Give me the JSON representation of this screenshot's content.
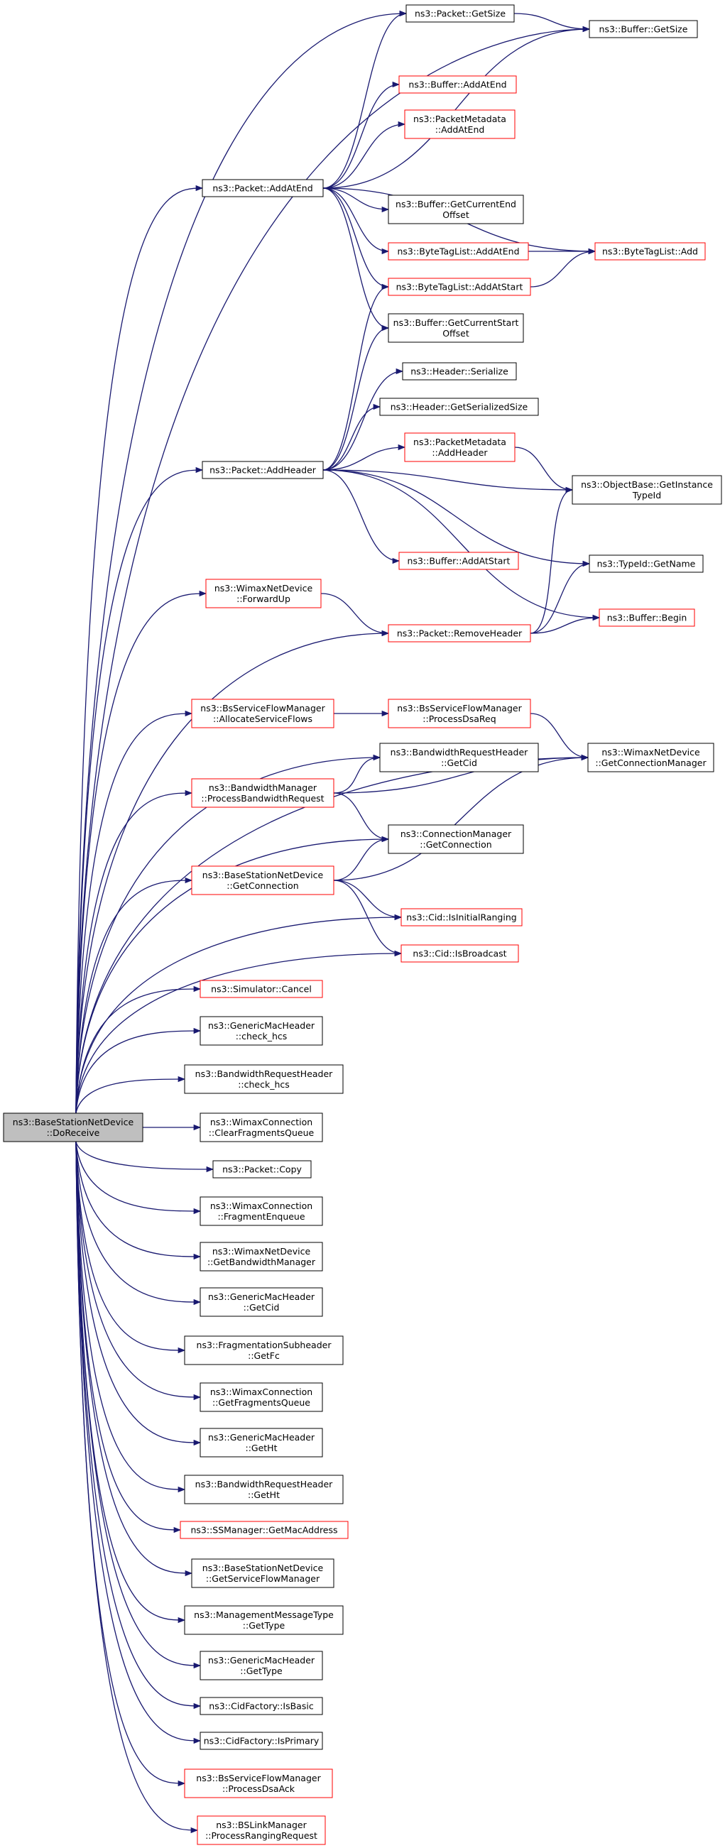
{
  "colors": {
    "edge": "#191970",
    "border_normal": "#000000",
    "border_truncated": "#ff0000",
    "root_fill": "#bfbfbf",
    "node_fill": "#ffffff"
  },
  "nodes": [
    {
      "id": "root",
      "lines": [
        "ns3::BaseStationNetDevice",
        "::DoReceive"
      ],
      "style": "root"
    },
    {
      "id": "pkt_getsize",
      "lines": [
        "ns3::Packet::GetSize"
      ],
      "style": "normal"
    },
    {
      "id": "buf_getsize",
      "lines": [
        "ns3::Buffer::GetSize"
      ],
      "style": "normal"
    },
    {
      "id": "buf_addatend",
      "lines": [
        "ns3::Buffer::AddAtEnd"
      ],
      "style": "truncated"
    },
    {
      "id": "pm_addatend",
      "lines": [
        "ns3::PacketMetadata",
        "::AddAtEnd"
      ],
      "style": "truncated"
    },
    {
      "id": "pkt_addatend",
      "lines": [
        "ns3::Packet::AddAtEnd"
      ],
      "style": "normal"
    },
    {
      "id": "buf_curend",
      "lines": [
        "ns3::Buffer::GetCurrentEnd",
        "Offset"
      ],
      "style": "normal"
    },
    {
      "id": "btl_addatend",
      "lines": [
        "ns3::ByteTagList::AddAtEnd"
      ],
      "style": "truncated"
    },
    {
      "id": "btl_add",
      "lines": [
        "ns3::ByteTagList::Add"
      ],
      "style": "truncated"
    },
    {
      "id": "btl_addatstart",
      "lines": [
        "ns3::ByteTagList::AddAtStart"
      ],
      "style": "truncated"
    },
    {
      "id": "buf_curstart",
      "lines": [
        "ns3::Buffer::GetCurrentStart",
        "Offset"
      ],
      "style": "normal"
    },
    {
      "id": "hdr_serialize",
      "lines": [
        "ns3::Header::Serialize"
      ],
      "style": "normal"
    },
    {
      "id": "hdr_sersize",
      "lines": [
        "ns3::Header::GetSerializedSize"
      ],
      "style": "normal"
    },
    {
      "id": "pm_addheader",
      "lines": [
        "ns3::PacketMetadata",
        "::AddHeader"
      ],
      "style": "truncated"
    },
    {
      "id": "pkt_addheader",
      "lines": [
        "ns3::Packet::AddHeader"
      ],
      "style": "normal"
    },
    {
      "id": "ob_getinst",
      "lines": [
        "ns3::ObjectBase::GetInstance",
        "TypeId"
      ],
      "style": "normal"
    },
    {
      "id": "buf_addatstart",
      "lines": [
        "ns3::Buffer::AddAtStart"
      ],
      "style": "truncated"
    },
    {
      "id": "typeid_getname",
      "lines": [
        "ns3::TypeId::GetName"
      ],
      "style": "normal"
    },
    {
      "id": "wnd_forwardup",
      "lines": [
        "ns3::WimaxNetDevice",
        "::ForwardUp"
      ],
      "style": "truncated"
    },
    {
      "id": "buf_begin",
      "lines": [
        "ns3::Buffer::Begin"
      ],
      "style": "truncated"
    },
    {
      "id": "pkt_removeheader",
      "lines": [
        "ns3::Packet::RemoveHeader"
      ],
      "style": "truncated"
    },
    {
      "id": "bsfm_alloc",
      "lines": [
        "ns3::BsServiceFlowManager",
        "::AllocateServiceFlows"
      ],
      "style": "truncated"
    },
    {
      "id": "bsfm_dsareq",
      "lines": [
        "ns3::BsServiceFlowManager",
        "::ProcessDsaReq"
      ],
      "style": "truncated"
    },
    {
      "id": "wnd_getconnmgr",
      "lines": [
        "ns3::WimaxNetDevice",
        "::GetConnectionManager"
      ],
      "style": "normal"
    },
    {
      "id": "brh_getcid",
      "lines": [
        "ns3::BandwidthRequestHeader",
        "::GetCid"
      ],
      "style": "normal"
    },
    {
      "id": "bwm_procbwreq",
      "lines": [
        "ns3::BandwidthManager",
        "::ProcessBandwidthRequest"
      ],
      "style": "truncated"
    },
    {
      "id": "cm_getconn",
      "lines": [
        "ns3::ConnectionManager",
        "::GetConnection"
      ],
      "style": "normal"
    },
    {
      "id": "bsnd_getconn",
      "lines": [
        "ns3::BaseStationNetDevice",
        "::GetConnection"
      ],
      "style": "truncated"
    },
    {
      "id": "cid_initranging",
      "lines": [
        "ns3::Cid::IsInitialRanging"
      ],
      "style": "truncated"
    },
    {
      "id": "cid_broadcast",
      "lines": [
        "ns3::Cid::IsBroadcast"
      ],
      "style": "truncated"
    },
    {
      "id": "sim_cancel",
      "lines": [
        "ns3::Simulator::Cancel"
      ],
      "style": "truncated"
    },
    {
      "id": "gmh_checkhcs",
      "lines": [
        "ns3::GenericMacHeader",
        "::check_hcs"
      ],
      "style": "normal"
    },
    {
      "id": "brh_checkhcs",
      "lines": [
        "ns3::BandwidthRequestHeader",
        "::check_hcs"
      ],
      "style": "normal"
    },
    {
      "id": "wc_clearfrag",
      "lines": [
        "ns3::WimaxConnection",
        "::ClearFragmentsQueue"
      ],
      "style": "normal"
    },
    {
      "id": "pkt_copy",
      "lines": [
        "ns3::Packet::Copy"
      ],
      "style": "normal"
    },
    {
      "id": "wc_fragenq",
      "lines": [
        "ns3::WimaxConnection",
        "::FragmentEnqueue"
      ],
      "style": "normal"
    },
    {
      "id": "wnd_getbwmgr",
      "lines": [
        "ns3::WimaxNetDevice",
        "::GetBandwidthManager"
      ],
      "style": "normal"
    },
    {
      "id": "gmh_getcid",
      "lines": [
        "ns3::GenericMacHeader",
        "::GetCid"
      ],
      "style": "normal"
    },
    {
      "id": "fsh_getfc",
      "lines": [
        "ns3::FragmentationSubheader",
        "::GetFc"
      ],
      "style": "normal"
    },
    {
      "id": "wc_getfragq",
      "lines": [
        "ns3::WimaxConnection",
        "::GetFragmentsQueue"
      ],
      "style": "normal"
    },
    {
      "id": "gmh_getht",
      "lines": [
        "ns3::GenericMacHeader",
        "::GetHt"
      ],
      "style": "normal"
    },
    {
      "id": "brh_getht",
      "lines": [
        "ns3::BandwidthRequestHeader",
        "::GetHt"
      ],
      "style": "normal"
    },
    {
      "id": "ssm_getmac",
      "lines": [
        "ns3::SSManager::GetMacAddress"
      ],
      "style": "truncated"
    },
    {
      "id": "bsnd_getsfm",
      "lines": [
        "ns3::BaseStationNetDevice",
        "::GetServiceFlowManager"
      ],
      "style": "normal"
    },
    {
      "id": "mmt_gettype",
      "lines": [
        "ns3::ManagementMessageType",
        "::GetType"
      ],
      "style": "normal"
    },
    {
      "id": "gmh_gettype",
      "lines": [
        "ns3::GenericMacHeader",
        "::GetType"
      ],
      "style": "normal"
    },
    {
      "id": "cidf_isbasic",
      "lines": [
        "ns3::CidFactory::IsBasic"
      ],
      "style": "normal"
    },
    {
      "id": "cidf_isprimary",
      "lines": [
        "ns3::CidFactory::IsPrimary"
      ],
      "style": "normal"
    },
    {
      "id": "bsfm_dsaack",
      "lines": [
        "ns3::BsServiceFlowManager",
        "::ProcessDsaAck"
      ],
      "style": "truncated"
    },
    {
      "id": "bslm_procrang",
      "lines": [
        "ns3::BSLinkManager",
        "::ProcessRangingRequest"
      ],
      "style": "truncated"
    }
  ]
}
